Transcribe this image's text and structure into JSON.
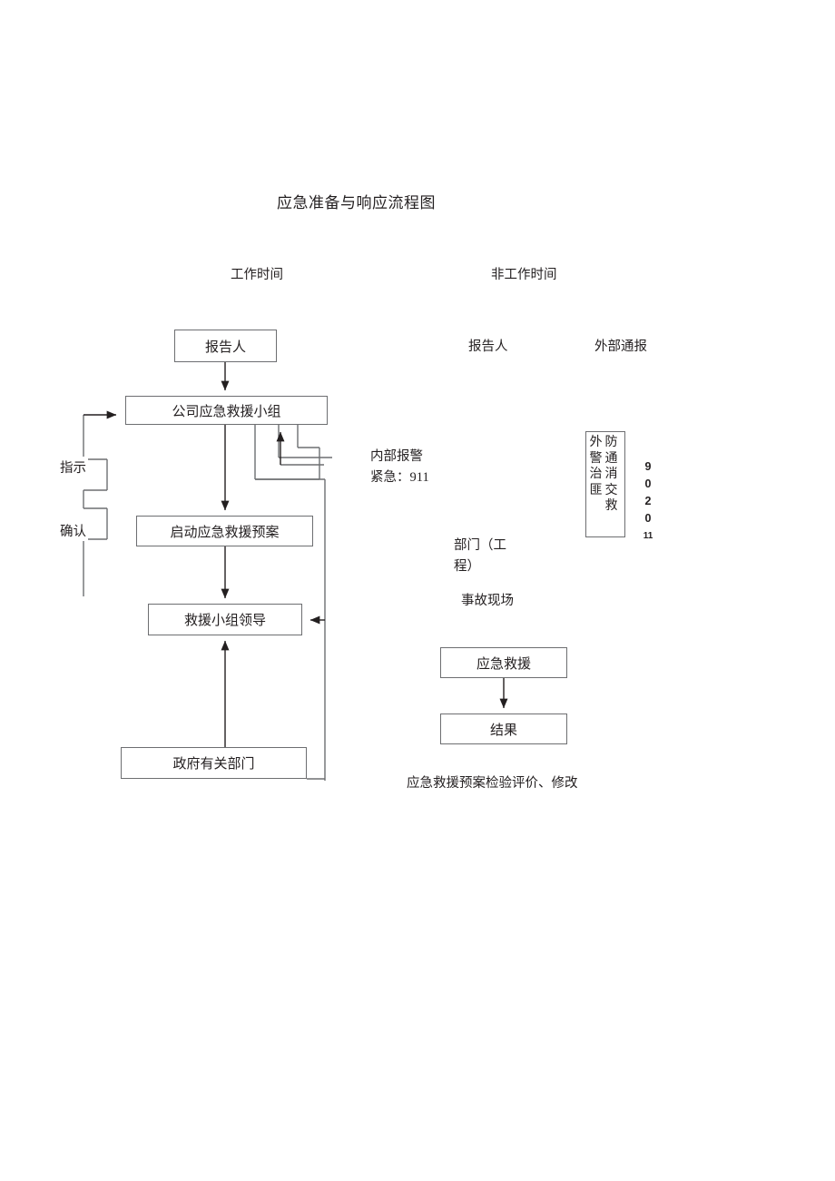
{
  "document": {
    "title": "应急准备与响应流程图",
    "columns": [
      {
        "id": "working-hours",
        "label": "工作时间"
      },
      {
        "id": "non-working-hours",
        "label": "非工作时间"
      }
    ]
  },
  "flow": {
    "left_column": {
      "nodes": [
        {
          "id": "reporter",
          "label": "报告人"
        },
        {
          "id": "company-emergency-rescue-team",
          "label": "公司应急救援小组"
        },
        {
          "id": "activate-emergency-rescue-plan",
          "label": "启动应急救援预案"
        },
        {
          "id": "rescue-team-leader",
          "label": "救援小组领导"
        },
        {
          "id": "government-departments",
          "label": "政府有关部门"
        }
      ],
      "edge_labels": [
        {
          "id": "instruction",
          "label": "指示"
        },
        {
          "id": "confirmation",
          "label": "确认"
        }
      ]
    },
    "right_column": {
      "headings": [
        {
          "id": "reporter-right",
          "label": "报告人"
        },
        {
          "id": "external-notification",
          "label": "外部通报"
        }
      ],
      "internal_alarm": {
        "line1": "内部报警",
        "line2": "紧急：911"
      },
      "external_alarm_box": {
        "column_right": "外警治匪",
        "column_left": "防通消交救",
        "numbers": [
          "9",
          "0",
          "2",
          "0",
          "11"
        ]
      },
      "department": {
        "line1": "部门（工",
        "line2": "程）"
      },
      "accident_scene": {
        "label": "事故现场"
      },
      "nodes": [
        {
          "id": "emergency-rescue",
          "label": "应急救援"
        },
        {
          "id": "result",
          "label": "结果"
        }
      ],
      "footer_note": "应急救援预案检验评价、修改"
    }
  },
  "style": {
    "line_color": "#6d6e71",
    "arrow_color": "#231f20",
    "text_color": "#231f20",
    "page_background": "#ffffff"
  }
}
